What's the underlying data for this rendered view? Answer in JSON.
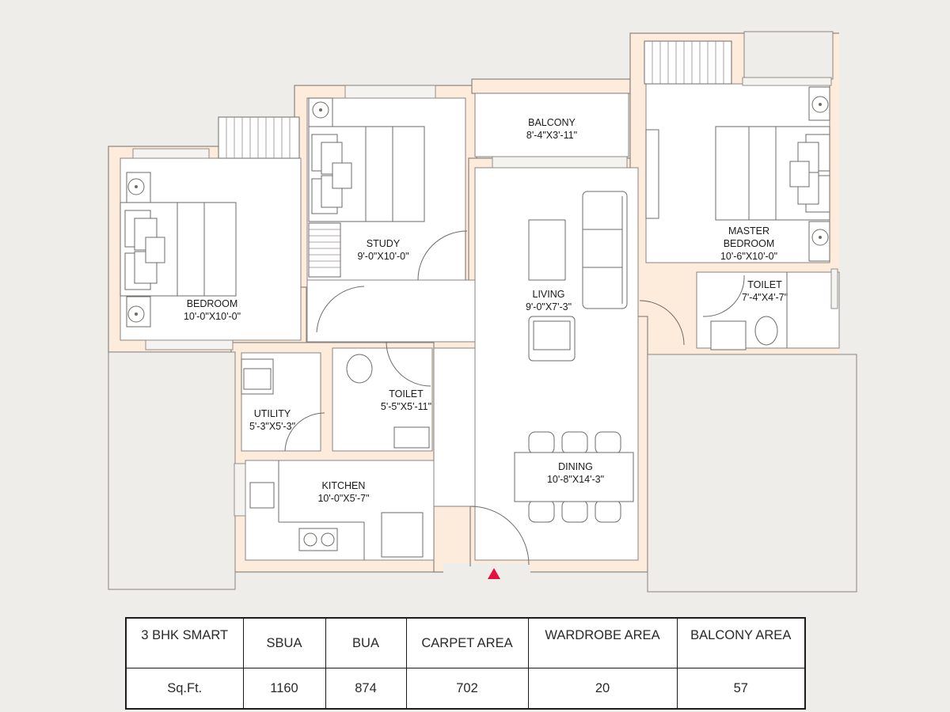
{
  "floor_plan": {
    "unit_type": "3 BHK SMART",
    "entry_marker_color": "#e5103f",
    "wall_color": "#fdebdc",
    "background_color": "#eeede9",
    "rooms": [
      {
        "id": "bedroom",
        "name": "BEDROOM",
        "dimensions": "10'-0\"X10'-0\""
      },
      {
        "id": "study",
        "name": "STUDY",
        "dimensions": "9'-0\"X10'-0\""
      },
      {
        "id": "balcony",
        "name": "BALCONY",
        "dimensions": "8'-4\"X3'-11\""
      },
      {
        "id": "living",
        "name": "LIVING",
        "dimensions": "9'-0\"X7'-3\""
      },
      {
        "id": "master-bedroom",
        "name": "MASTER",
        "name2": "BEDROOM",
        "dimensions": "10'-6\"X10'-0\""
      },
      {
        "id": "master-toilet",
        "name": "TOILET",
        "dimensions": "7'-4\"X4'-7\""
      },
      {
        "id": "utility",
        "name": "UTILITY",
        "dimensions": "5'-3\"X5'-3\""
      },
      {
        "id": "common-toilet",
        "name": "TOILET",
        "dimensions": "5'-5\"X5'-11\""
      },
      {
        "id": "kitchen",
        "name": "KITCHEN",
        "dimensions": "10'-0\"X5'-7\""
      },
      {
        "id": "dining",
        "name": "DINING",
        "dimensions": "10'-8\"X14'-3\""
      }
    ]
  },
  "area_table": {
    "headers": [
      "3 BHK SMART",
      "SBUA",
      "BUA",
      "CARPET AREA",
      "WARDROBE AREA",
      "BALCONY AREA"
    ],
    "row": [
      "Sq.Ft.",
      "1160",
      "874",
      "702",
      "20",
      "57"
    ]
  }
}
